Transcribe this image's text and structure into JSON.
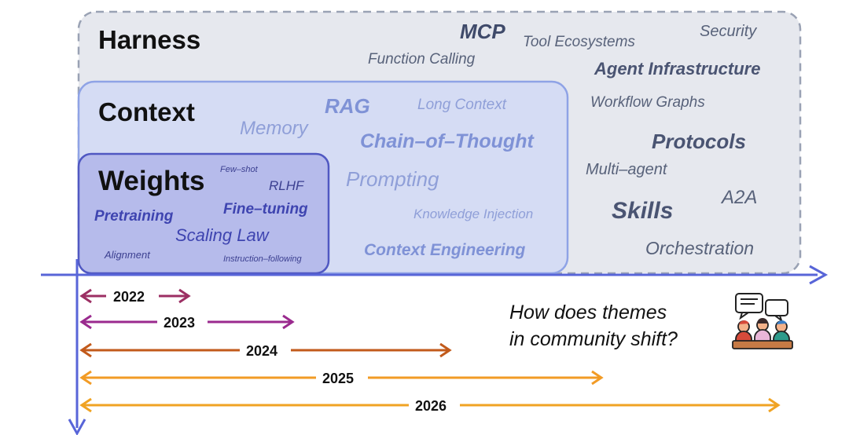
{
  "layers": {
    "harness": {
      "title": "Harness",
      "keywords": {
        "mcp": "MCP",
        "tool_ecosystems": "Tool Ecosystems",
        "security": "Security",
        "function_calling": "Function Calling",
        "agent_infrastructure": "Agent Infrastructure",
        "workflow_graphs": "Workflow Graphs",
        "protocols": "Protocols",
        "multi_agent": "Multi–agent",
        "a2a": "A2A",
        "skills": "Skills",
        "orchestration": "Orchestration"
      }
    },
    "context": {
      "title": "Context",
      "keywords": {
        "rag": "RAG",
        "long_context": "Long Context",
        "memory": "Memory",
        "chain_of_thought": "Chain–of–Thought",
        "prompting": "Prompting",
        "knowledge_injection": "Knowledge Injection",
        "context_engineering": "Context Engineering"
      }
    },
    "weights": {
      "title": "Weights",
      "keywords": {
        "few_shot": "Few–shot",
        "rlhf": "RLHF",
        "pretraining": "Pretraining",
        "fine_tuning": "Fine–tuning",
        "scaling_law": "Scaling Law",
        "alignment": "Alignment",
        "instruction_following": "Instruction–following"
      }
    }
  },
  "timeline": {
    "years": [
      {
        "label": "2022",
        "color": "#9c2f63"
      },
      {
        "label": "2023",
        "color": "#9a2a8e"
      },
      {
        "label": "2024",
        "color": "#c25a1b"
      },
      {
        "label": "2025",
        "color": "#f29b25"
      },
      {
        "label": "2026",
        "color": "#f0a323"
      }
    ]
  },
  "question": {
    "line1": "How does themes",
    "line2": "in community shift?"
  },
  "icon": "community-discussion-icon",
  "colors": {
    "axis": "#5865d8",
    "harness_fill": "#e6e8ee",
    "harness_border": "#9aa2b4",
    "context_fill": "#d5dcf4",
    "context_border": "#8fa3e6",
    "weights_fill": "#b6bbeb",
    "weights_border": "#5058c2"
  }
}
